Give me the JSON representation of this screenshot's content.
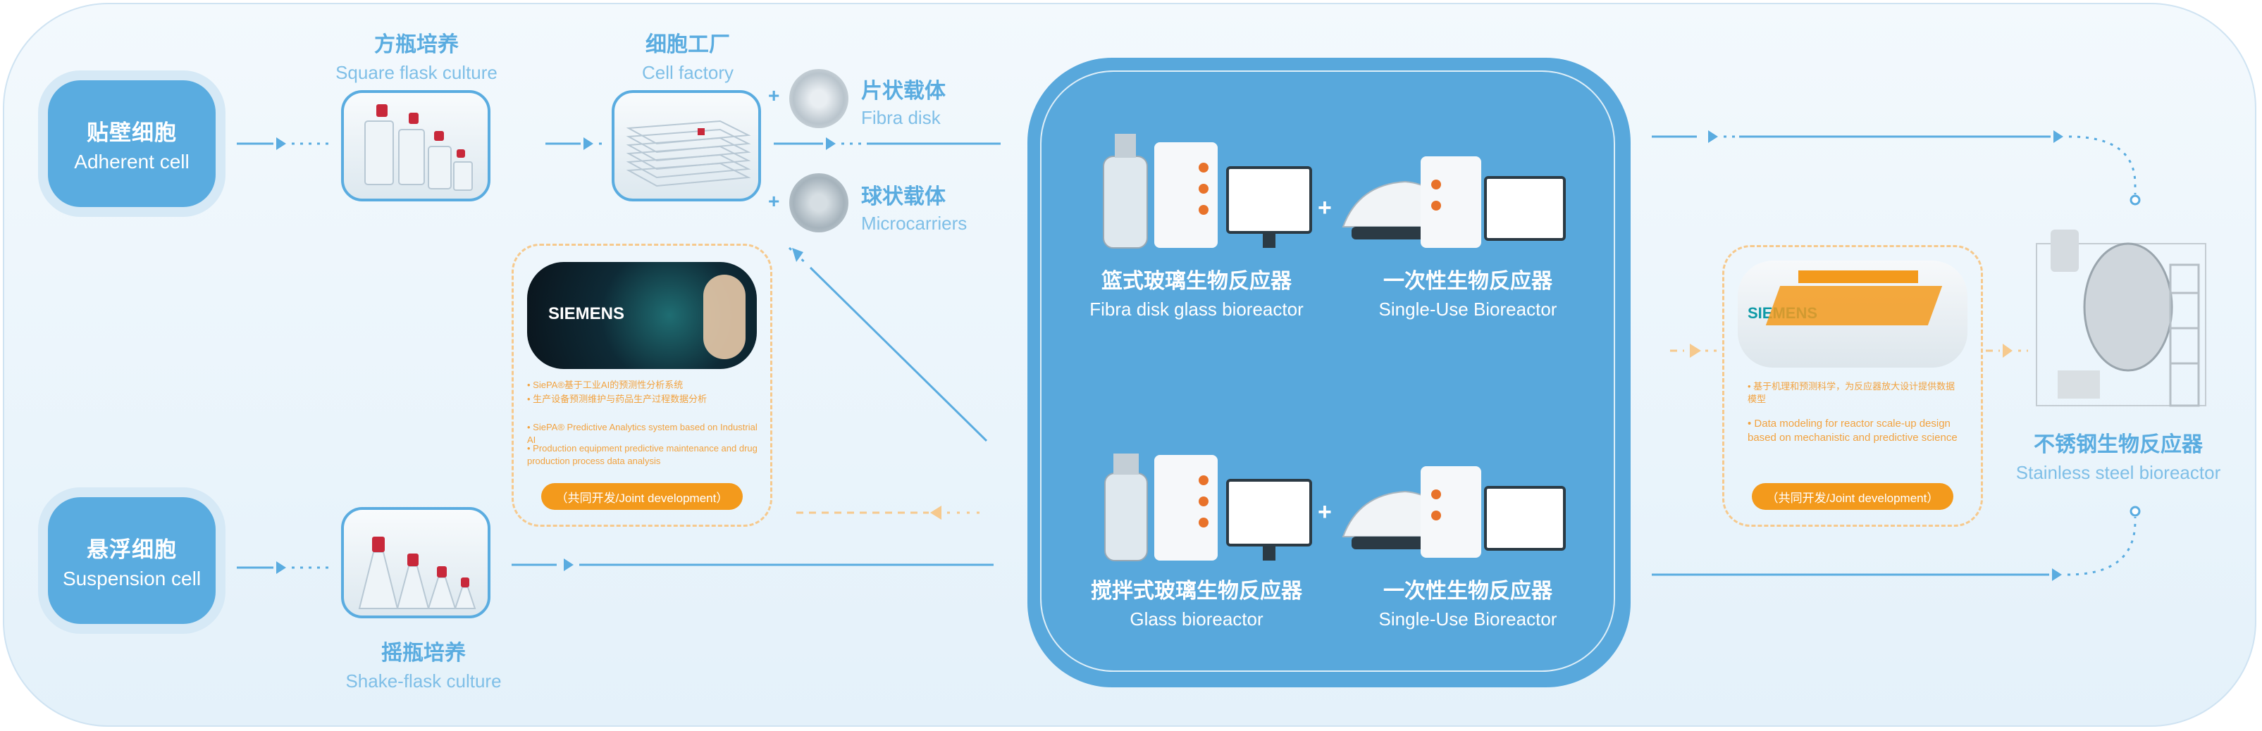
{
  "adherent_cell": {
    "zh": "贴壁细胞",
    "en": "Adherent cell"
  },
  "suspension_cell": {
    "zh": "悬浮细胞",
    "en": "Suspension cell"
  },
  "square_flask": {
    "zh": "方瓶培养",
    "en": "Square flask culture"
  },
  "cell_factory": {
    "zh": "细胞工厂",
    "en": "Cell factory"
  },
  "shake_flask": {
    "zh": "摇瓶培养",
    "en": "Shake-flask culture"
  },
  "fibra_disk": {
    "zh": "片状载体",
    "en": "Fibra disk"
  },
  "microcarriers": {
    "zh": "球状载体",
    "en": "Microcarriers"
  },
  "plus_sign": "+",
  "reactors": {
    "fibra_glass": {
      "zh": "篮式玻璃生物反应器",
      "en": "Fibra disk glass bioreactor"
    },
    "single_use_top": {
      "zh": "一次性生物反应器",
      "en": "Single-Use Bioreactor"
    },
    "glass": {
      "zh": "搅拌式玻璃生物反应器",
      "en": "Glass bioreactor"
    },
    "single_use_bottom": {
      "zh": "一次性生物反应器",
      "en": "Single-Use Bioreactor"
    }
  },
  "siepa": {
    "logo": "SIEMENS",
    "bullets": [
      "• SiePA®基于工业AI的预测性分析系统",
      "• 生产设备预测维护与药品生产过程数据分析",
      "• SiePA® Predictive Analytics system based on Industrial AI",
      "• Production equipment predictive maintenance and drug production process data analysis"
    ],
    "button": "（共同开发/Joint development）"
  },
  "scaleup": {
    "logo": "SIEMENS",
    "bullets": [
      "• 基于机理和预测科学，为反应器放大设计提供数据模型",
      "• Data modeling for reactor scale-up design based on mechanistic and predictive science"
    ],
    "button": "（共同开发/Joint development）"
  },
  "stainless": {
    "zh": "不锈钢生物反应器",
    "en": "Stainless steel bioreactor"
  },
  "colors": {
    "primary": "#5aace0",
    "accent": "#f39a1c",
    "dashed": "#f6c98d"
  }
}
